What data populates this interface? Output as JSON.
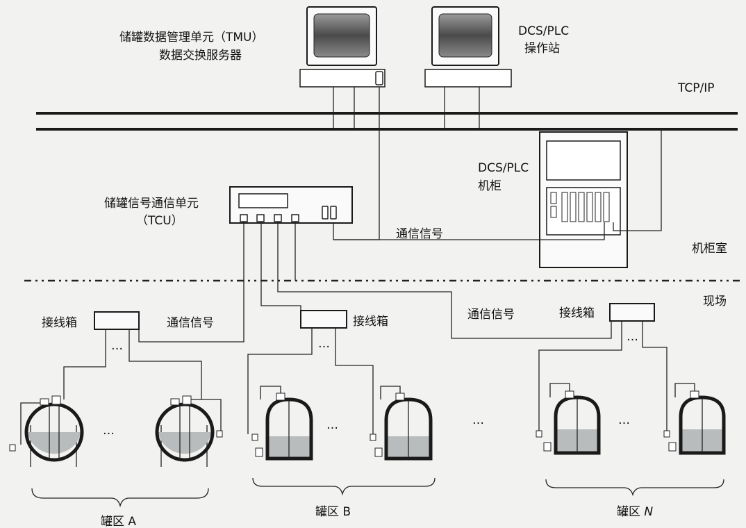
{
  "labels": {
    "tmu_line1": "储罐数据管理单元（TMU）",
    "tmu_line2": "数据交换服务器",
    "dcs_station_line1": "DCS/PLC",
    "dcs_station_line2": "操作站",
    "tcpip": "TCP/IP",
    "dcs_cabinet_line1": "DCS/PLC",
    "dcs_cabinet_line2": "机柜",
    "tcu_line1": "储罐信号通信单元",
    "tcu_line2": "（TCU）",
    "comm_signal_upper": "通信信号",
    "control_room": "机柜室",
    "field": "现场",
    "junction_box_a": "接线箱",
    "comm_signal_a": "通信信号",
    "junction_box_b": "接线箱",
    "comm_signal_b": "通信信号",
    "junction_box_n": "接线箱",
    "ellipsis": "…",
    "area_a": "罐区 A",
    "area_b": "罐区 B",
    "area_n_prefix": "罐区 ",
    "area_n_italic": "N"
  },
  "colors": {
    "line": "#1a1a1a",
    "liquid": "#b9bcbd",
    "screen": "#555555"
  }
}
